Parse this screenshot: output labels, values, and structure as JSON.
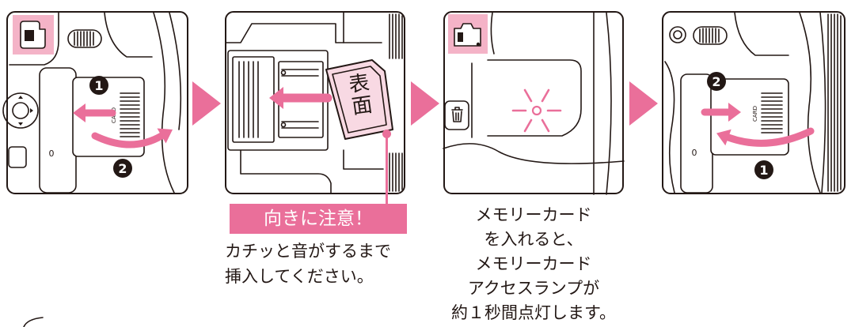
{
  "colors": {
    "accent": "#ea6f9a",
    "accent_soft": "#f4b3c7",
    "card_fill": "#f8d9e3",
    "ink": "#231815"
  },
  "icons": {
    "panel_1_tile": "card-cover-open-icon",
    "panel_3_tile": "card-slot-location-icon",
    "panel_3_button": "trash-icon",
    "flow": "pink-triangle-arrow"
  },
  "panels": {
    "open_cover": {
      "slide_step": "1",
      "swing_step": "2",
      "card_mark": "CARD",
      "body_mark": "0"
    },
    "insert_card": {
      "card_face": "表面"
    },
    "access_lamp": {
      "lamp_state": "lit"
    },
    "close_cover": {
      "slide_step": "2",
      "swing_step": "1",
      "card_mark": "CARD",
      "body_mark": "0"
    }
  },
  "orientation_note": {
    "badge": "向きに注意！",
    "lines": [
      "カチッと音がするまで",
      "挿入してください。"
    ]
  },
  "lamp_note": {
    "lines": [
      "メモリーカード",
      "を入れると、",
      "メモリーカード",
      "アクセスランプが",
      "約１秒間点灯します。"
    ]
  }
}
